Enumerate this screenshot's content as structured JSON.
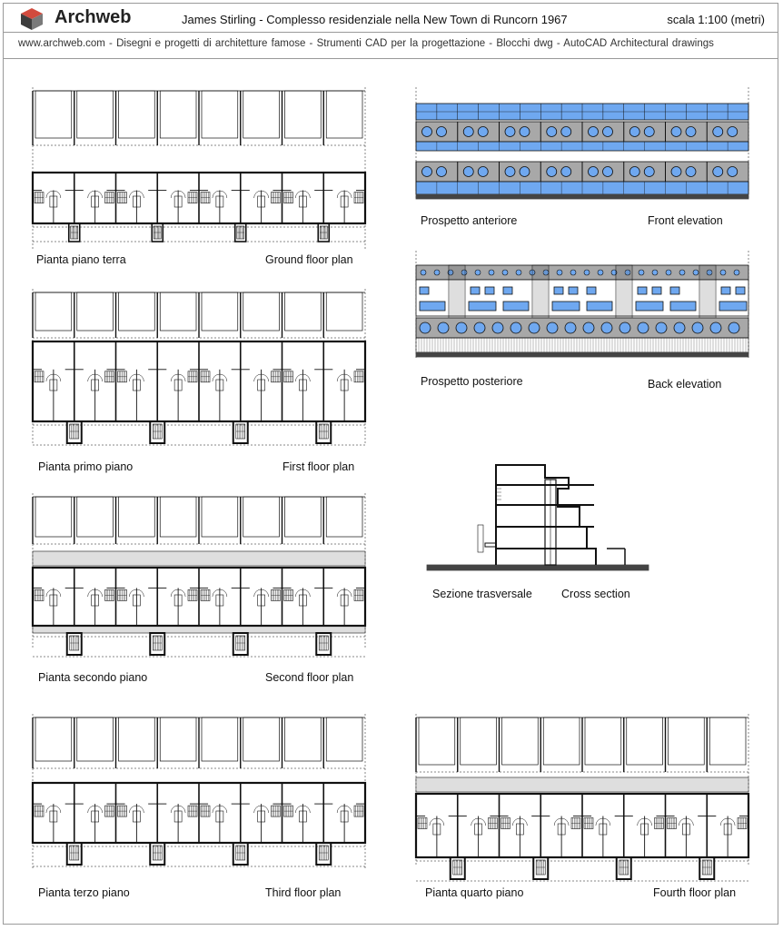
{
  "header": {
    "brand": "Archweb",
    "title": "James Stirling - Complesso residenziale nella New Town di Runcorn 1967",
    "scale": "scala 1:100 (metri)"
  },
  "subheader": {
    "text": "www.archweb.com  -   Disegni e progetti di architetture famose  -  Strumenti CAD  per la progettazione  -  Blocchi dwg - AutoCAD Architectural drawings"
  },
  "drawings": {
    "ground_floor": {
      "label_it": "Pianta piano terra",
      "label_en": "Ground floor plan"
    },
    "first_floor": {
      "label_it": "Pianta primo piano",
      "label_en": "First floor plan"
    },
    "second_floor": {
      "label_it": "Pianta secondo piano",
      "label_en": "Second floor plan"
    },
    "third_floor": {
      "label_it": "Pianta terzo piano",
      "label_en": "Third floor plan"
    },
    "fourth_floor": {
      "label_it": "Pianta quarto piano",
      "label_en": "Fourth floor plan"
    },
    "front_elevation": {
      "label_it": "Prospetto anteriore",
      "label_en": "Front elevation"
    },
    "back_elevation": {
      "label_it": "Prospetto posteriore",
      "label_en": "Back elevation"
    },
    "cross_section": {
      "label_it": "Sezione trasversale",
      "label_en": "Cross section"
    }
  },
  "colors": {
    "glass": "#6fa8f0",
    "panel": "#a8a8a8",
    "line": "#111111"
  }
}
